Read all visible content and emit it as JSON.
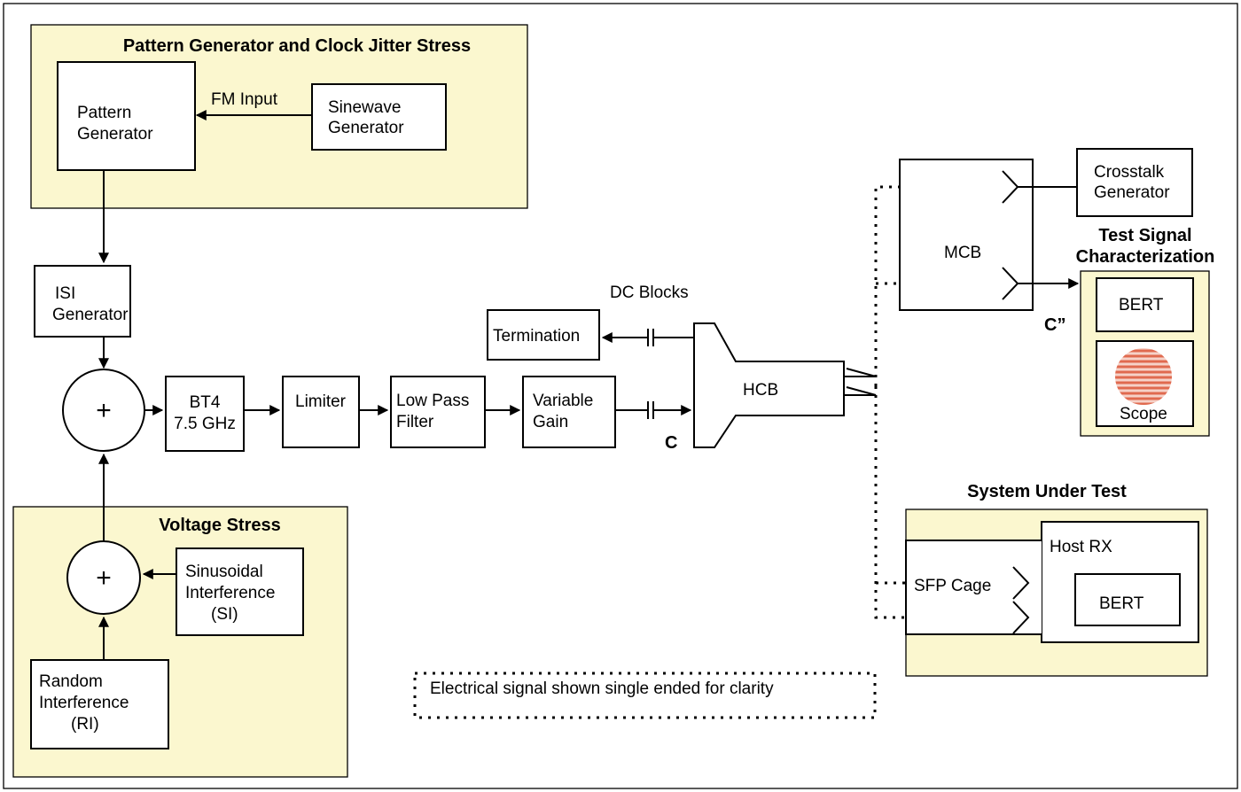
{
  "panels": {
    "pattern_clock_jitter": "Pattern Generator and Clock Jitter Stress",
    "voltage_stress": "Voltage Stress",
    "test_signal_characterization": [
      "Test Signal",
      "Characterization"
    ],
    "system_under_test": "System Under Test"
  },
  "blocks": {
    "pattern_generator": [
      "Pattern",
      "Generator"
    ],
    "sinewave_generator": [
      "Sinewave",
      "Generator"
    ],
    "isi_generator": [
      "ISI",
      "Generator"
    ],
    "bt4": [
      "BT4",
      "7.5 GHz"
    ],
    "limiter": "Limiter",
    "low_pass_filter": [
      "Low Pass",
      "Filter"
    ],
    "variable_gain": [
      "Variable",
      "Gain"
    ],
    "termination": "Termination",
    "hcb": "HCB",
    "mcb": "MCB",
    "crosstalk_generator": [
      "Crosstalk",
      "Generator"
    ],
    "bert_test": "BERT",
    "scope": "Scope",
    "sinusoidal_interference": [
      "Sinusoidal",
      "Interference",
      "(SI)"
    ],
    "random_interference": [
      "Random",
      "Interference",
      "(RI)"
    ],
    "host_rx": "Host RX",
    "sfp_cage": "SFP Cage",
    "bert_sut": "BERT"
  },
  "labels": {
    "fm_input": "FM Input",
    "dc_blocks": "DC Blocks",
    "point_c": "C",
    "point_c_double_prime": "C”",
    "summer_symbol": "+"
  },
  "note": "Electrical signal shown single ended for clarity",
  "colors": {
    "panel_fill": "#fbf7cf",
    "scope_stripe": "#e06a4f",
    "scope_fill": "#f6d2c8"
  }
}
